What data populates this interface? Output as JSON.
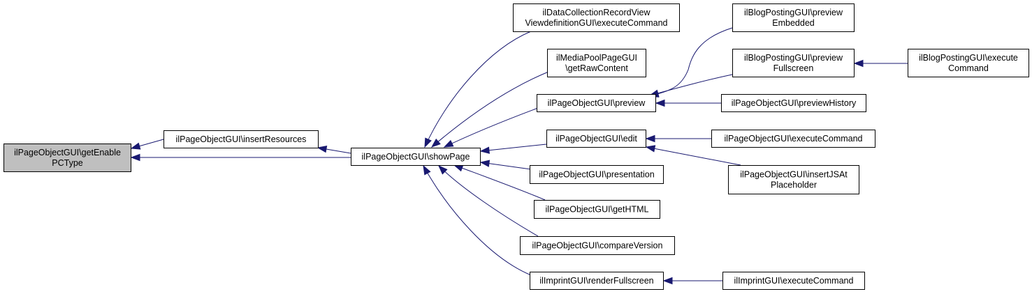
{
  "diagram": {
    "colors": {
      "node_fill": "#ffffff",
      "root_fill": "#bfbfbf",
      "border": "#000000",
      "edge": "#191970"
    },
    "nodes": [
      {
        "id": "root",
        "lines": [
          "ilPageObjectGUI\\getEnable",
          "PCType"
        ],
        "root": true
      },
      {
        "id": "insertResources",
        "lines": [
          "ilPageObjectGUI\\insertResources"
        ]
      },
      {
        "id": "showPage",
        "lines": [
          "ilPageObjectGUI\\showPage"
        ]
      },
      {
        "id": "dcrv",
        "lines": [
          "ilDataCollectionRecordView",
          "ViewdefinitionGUI\\executeCommand"
        ]
      },
      {
        "id": "mpp",
        "lines": [
          "ilMediaPoolPageGUI",
          "\\getRawContent"
        ]
      },
      {
        "id": "preview",
        "lines": [
          "ilPageObjectGUI\\preview"
        ]
      },
      {
        "id": "edit",
        "lines": [
          "ilPageObjectGUI\\edit"
        ]
      },
      {
        "id": "presentation",
        "lines": [
          "ilPageObjectGUI\\presentation"
        ]
      },
      {
        "id": "getHTML",
        "lines": [
          "ilPageObjectGUI\\getHTML"
        ]
      },
      {
        "id": "compareVersion",
        "lines": [
          "ilPageObjectGUI\\compareVersion"
        ]
      },
      {
        "id": "renderFullscreen",
        "lines": [
          "ilImprintGUI\\renderFullscreen"
        ]
      },
      {
        "id": "bpEmbedded",
        "lines": [
          "ilBlogPostingGUI\\preview",
          "Embedded"
        ]
      },
      {
        "id": "bpFullscreen",
        "lines": [
          "ilBlogPostingGUI\\preview",
          "Fullscreen"
        ]
      },
      {
        "id": "previewHistory",
        "lines": [
          "ilPageObjectGUI\\previewHistory"
        ]
      },
      {
        "id": "poExec",
        "lines": [
          "ilPageObjectGUI\\executeCommand"
        ]
      },
      {
        "id": "insertJS",
        "lines": [
          "ilPageObjectGUI\\insertJSAt",
          "Placeholder"
        ]
      },
      {
        "id": "imprintExec",
        "lines": [
          "ilImprintGUI\\executeCommand"
        ]
      },
      {
        "id": "bpExec",
        "lines": [
          "ilBlogPostingGUI\\execute",
          "Command"
        ]
      }
    ],
    "edges": [
      {
        "from": "insertResources",
        "to": "root"
      },
      {
        "from": "showPage",
        "to": "root"
      },
      {
        "from": "showPage",
        "to": "insertResources"
      },
      {
        "from": "dcrv",
        "to": "showPage"
      },
      {
        "from": "mpp",
        "to": "showPage"
      },
      {
        "from": "preview",
        "to": "showPage"
      },
      {
        "from": "edit",
        "to": "showPage"
      },
      {
        "from": "presentation",
        "to": "showPage"
      },
      {
        "from": "getHTML",
        "to": "showPage"
      },
      {
        "from": "compareVersion",
        "to": "showPage"
      },
      {
        "from": "renderFullscreen",
        "to": "showPage"
      },
      {
        "from": "bpEmbedded",
        "to": "preview"
      },
      {
        "from": "bpFullscreen",
        "to": "preview"
      },
      {
        "from": "previewHistory",
        "to": "preview"
      },
      {
        "from": "poExec",
        "to": "edit"
      },
      {
        "from": "insertJS",
        "to": "edit"
      },
      {
        "from": "imprintExec",
        "to": "renderFullscreen"
      },
      {
        "from": "bpExec",
        "to": "bpFullscreen"
      }
    ]
  }
}
